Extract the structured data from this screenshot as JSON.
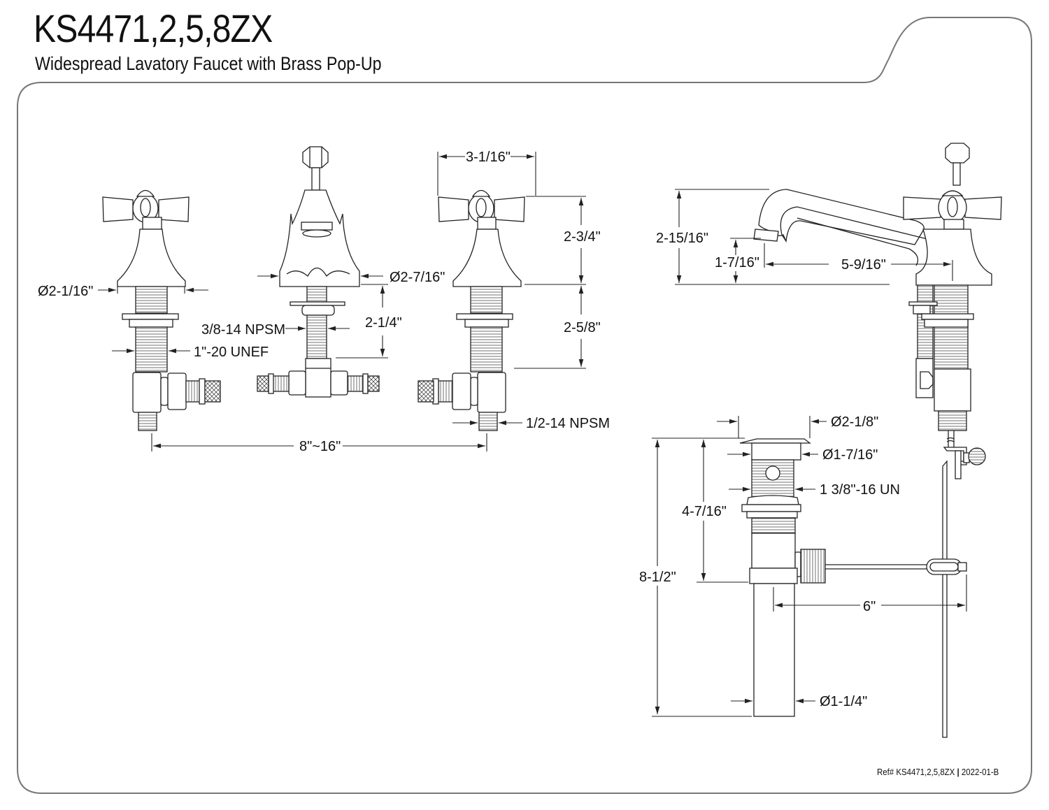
{
  "header": {
    "model": "KS4471,2,5,8ZX",
    "description": "Widespread Lavatory Faucet with Brass Pop-Up"
  },
  "footer": {
    "ref_label": "Ref# KS4471,2,5,8ZX",
    "separator": "|",
    "revision": "2022-01-B"
  },
  "views": {
    "front": {
      "dims": {
        "handle_width": "3-1/16\"",
        "handle_height": "2-3/4\"",
        "valve_shank_length": "2-5/8\"",
        "valve_base_diameter": "Ø2-1/16\"",
        "valve_thread": "1\"-20 UNEF",
        "spout_base_diameter": "Ø2-7/16\"",
        "spout_shank_length": "2-1/4\"",
        "spout_thread": "3/8-14 NPSM",
        "inlet_thread": "1/2-14 NPSM",
        "center_spread": "8\"~16\""
      }
    },
    "side": {
      "dims": {
        "spout_height": "2-15/16\"",
        "spout_clearance": "1-7/16\"",
        "spout_reach": "5-9/16\""
      }
    },
    "drain": {
      "dims": {
        "flange_diameter": "Ø2-1/8\"",
        "body_diameter": "Ø1-7/16\"",
        "body_thread": "1 3/8\"-16 UN",
        "upper_length": "4-7/16\"",
        "overall_length": "8-1/2\"",
        "lift_rod_offset": "6\"",
        "tailpiece_diameter": "Ø1-1/4\""
      }
    }
  }
}
